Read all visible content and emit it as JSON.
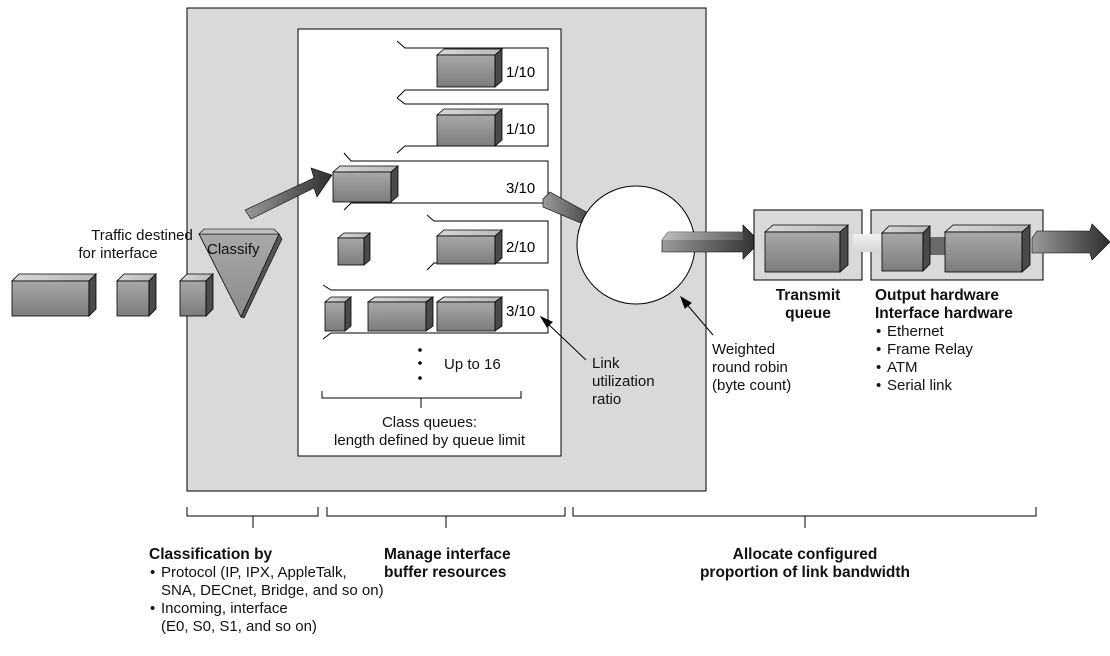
{
  "traffic_label": [
    "Traffic destined",
    "for interface"
  ],
  "classify_label": "Classify",
  "queue_ratios": [
    "1/10",
    "1/10",
    "3/10",
    "2/10",
    "3/10"
  ],
  "up_to_label": "Up to 16",
  "class_queues_caption": [
    "Class queues:",
    "length defined by queue limit"
  ],
  "link_ratio_label": [
    "Link",
    "utilization",
    "ratio"
  ],
  "wrr_label": [
    "Weighted",
    "round robin",
    "(byte count)"
  ],
  "transmit_queue_label": [
    "Transmit",
    "queue"
  ],
  "output_hw": {
    "title1": "Output hardware",
    "title2": "Interface hardware",
    "items": [
      "Ethernet",
      "Frame Relay",
      "ATM",
      "Serial link"
    ]
  },
  "bottom": {
    "classification": {
      "title": "Classification by",
      "item1": [
        "Protocol (IP, IPX, AppleTalk,",
        "SNA, DECnet, Bridge, and so on)"
      ],
      "item2": [
        "Incoming, interface",
        "(E0, S0, S1, and so on)"
      ]
    },
    "manage": [
      "Manage interface",
      "buffer resources"
    ],
    "allocate": [
      "Allocate configured",
      "proportion of link bandwidth"
    ]
  },
  "colors": {
    "panel": "#d9d9d9",
    "box_front": "#8f8f8f",
    "box_top": "#c4c4c4",
    "box_side": "#4a4a4a"
  }
}
